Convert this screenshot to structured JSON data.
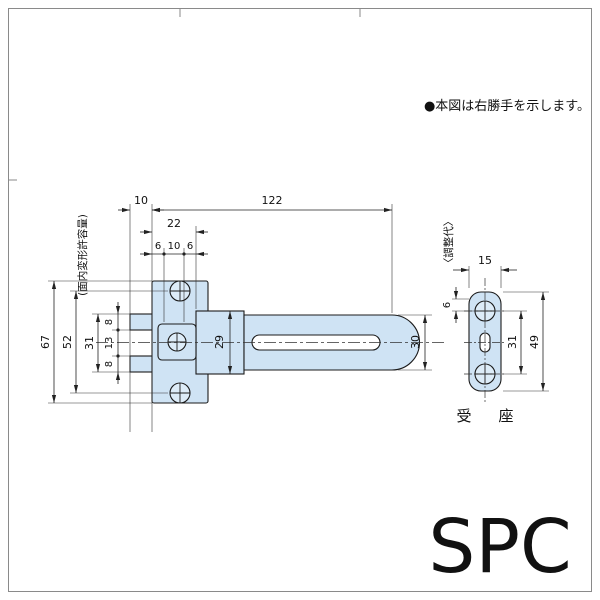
{
  "note": "●本図は右勝手を示します。",
  "main_view": {
    "dims": {
      "w10": "10",
      "w122": "122",
      "w22": "22",
      "w6a": "6",
      "w10b": "10",
      "w6b": "6",
      "h67": "67",
      "h52": "52",
      "h31": "31",
      "h8a": "8",
      "h13": "13",
      "h8b": "8",
      "h29": "29",
      "h30": "30"
    },
    "label_inplane": "(面内変形許容量)"
  },
  "receiver_view": {
    "dims": {
      "w15": "15",
      "h6": "6",
      "h31": "31",
      "h49": "49"
    },
    "label_adjust": "〈調整代〉",
    "caption": "受　座"
  },
  "watermark": "SPC",
  "colors": {
    "part_fill": "#cfe3f4",
    "screw_fill": "#ddecf8",
    "outline": "#1b1b1b",
    "watermark": "#d9d9d9"
  }
}
